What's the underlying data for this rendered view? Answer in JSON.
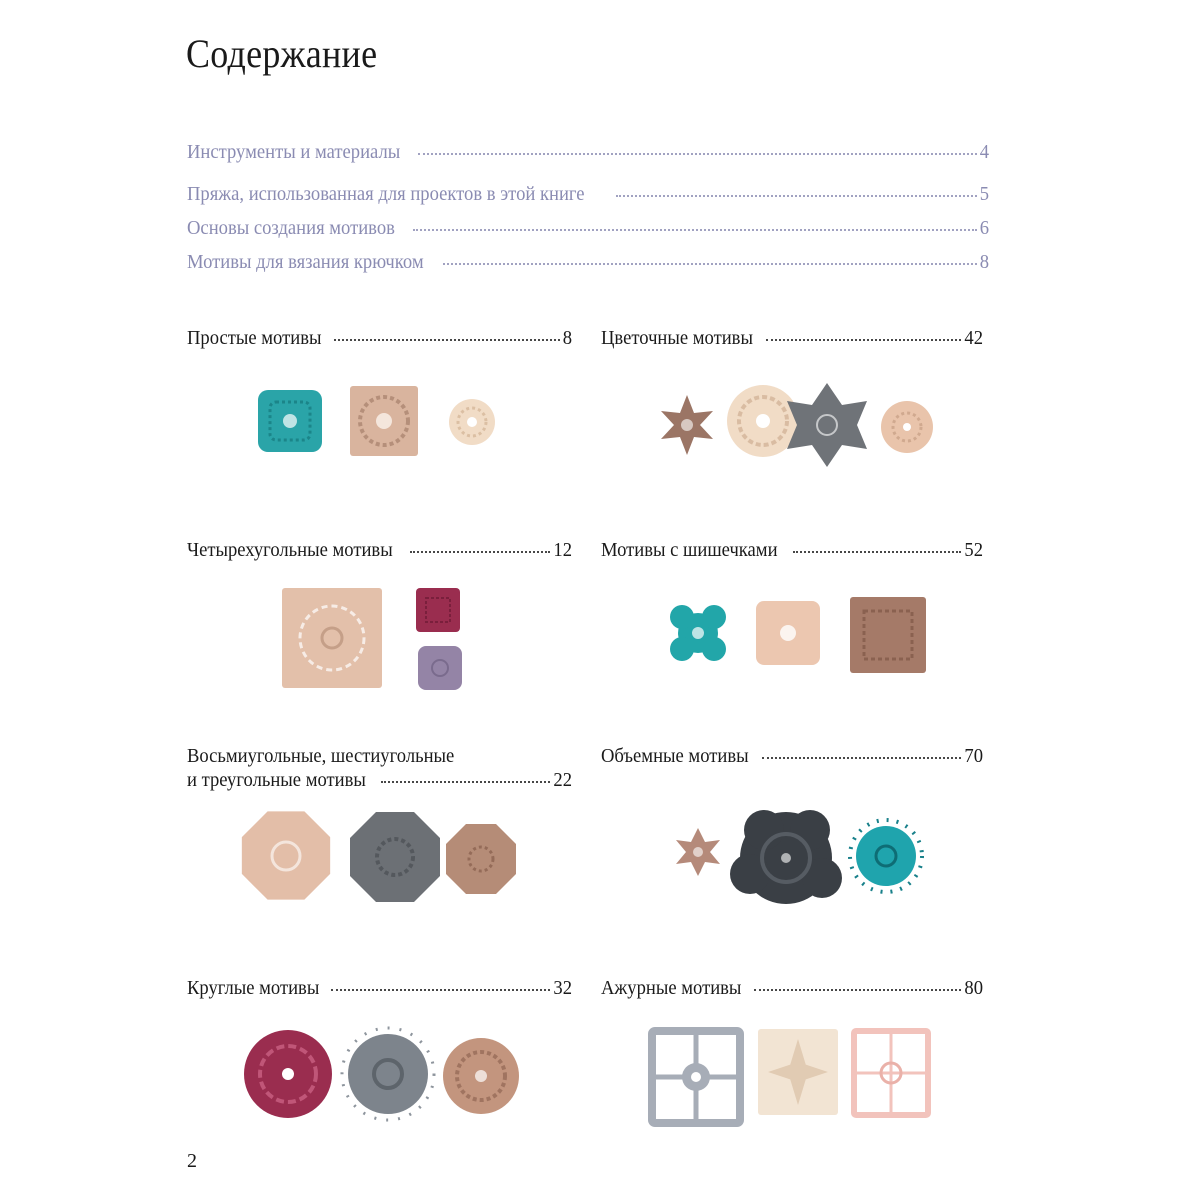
{
  "title": "Содержание",
  "main_entries": [
    {
      "label": "Инструменты и материалы",
      "page": "4"
    },
    {
      "label": "Пряжа, использованная для проектов в этой книге",
      "page": "5"
    },
    {
      "label": "Основы создания мотивов",
      "page": "6"
    },
    {
      "label": "Мотивы для вязания крючком",
      "page": "8"
    }
  ],
  "sections": {
    "simple": {
      "label": "Простые мотивы",
      "page": "8"
    },
    "floral": {
      "label": "Цветочные мотивы",
      "page": "42"
    },
    "square": {
      "label": "Четырехугольные мотивы",
      "page": "12"
    },
    "bobble": {
      "label": "Мотивы с шишечками",
      "page": "52"
    },
    "octagon": {
      "line1": "Восьмиугольные, шестиугольные",
      "line2": "и треугольные мотивы",
      "page": "22"
    },
    "volume": {
      "label": "Объемные мотивы",
      "page": "70"
    },
    "round": {
      "label": "Круглые мотивы",
      "page": "32"
    },
    "lace": {
      "label": "Ажурные мотивы",
      "page": "80"
    }
  },
  "page_number": "2",
  "colors": {
    "main_entry_text": "#8a8bb2",
    "body_text": "#1a1a1a",
    "teal": "#2aa4a8",
    "beige": "#d9b49e",
    "cream": "#f1dcc6",
    "brown": "#9b7565",
    "grey": "#6f7378",
    "burgundy": "#9a2d4f",
    "lilac": "#9484a6",
    "charcoal": "#3a3f45",
    "light_grey": "#a7adb7",
    "pink": "#f2c3bc"
  }
}
